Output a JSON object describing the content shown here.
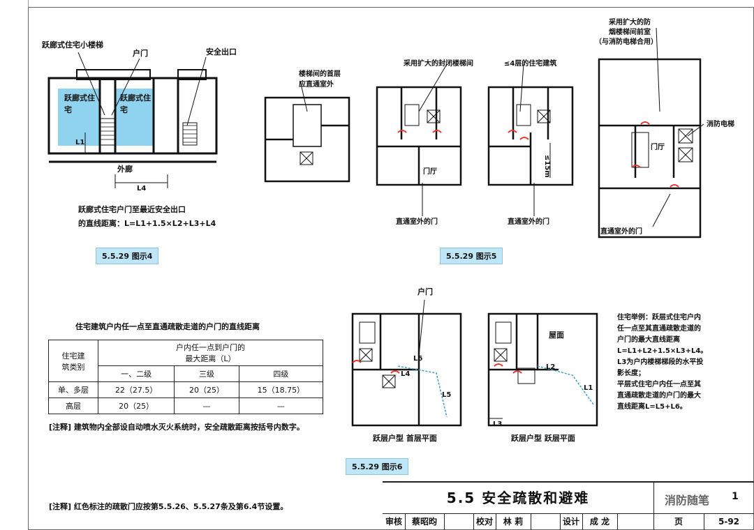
{
  "fig4": {
    "label_stair": "跃廊式住宅小楼梯",
    "label_door": "户门",
    "label_exit": "安全出口",
    "unit_left": "跃廊式住宅",
    "unit_right": "跃廊式住宅",
    "corridor": "外廊",
    "caption_line1": "跃廊式住宅户门至最近安全出口",
    "caption_line2": "的直线距离：L=L1+1.5×L2+L3+L4",
    "l1": "L1",
    "l4": "L4",
    "tag": "5.5.29 图示4"
  },
  "fig5": {
    "label_a": "楼梯间的首层",
    "label_b": "应直通室外",
    "label_enlarged": "采用扩大的封闭楼梯间",
    "label_le4": "≤4层的住宅建筑",
    "label_front1": "采用扩大的防",
    "label_front2": "烟楼梯间前室",
    "label_front3": "（与消防电梯合用）",
    "label_fire_elevator": "消防电梯",
    "lobby": "门厅",
    "le15": "≤15m",
    "door_out": "直通室外的门",
    "tag": "5.5.29 图示5"
  },
  "table": {
    "title": "住宅建筑户内任一点至直通疏散走道的户门的直线距离",
    "col_type_line1": "住宅建",
    "col_type_line2": "筑类别",
    "col_max_line1": "户内任一点到户门的",
    "col_max_line2": "最大距离（L）",
    "grades": [
      "一、二级",
      "三级",
      "四级"
    ],
    "rows": [
      {
        "type": "单、多层",
        "values": [
          "22（27.5）",
          "20（25）",
          "15（18.75）"
        ]
      },
      {
        "type": "高层",
        "values": [
          "20（25）",
          "—",
          "—"
        ]
      }
    ],
    "note": "[注释] 建筑物内全部设自动喷水灭火系统时，安全疏散距离按括号内数字。"
  },
  "fig6": {
    "label_door": "户门",
    "roof": "屋面",
    "caption_left": "跃层户型 首层平面",
    "caption_right": "跃层户型 跃层平面",
    "l1": "L1",
    "l2": "L2",
    "l3": "L3",
    "l4": "L4",
    "l5": "L5",
    "l6": "L6",
    "tag": "5.5.29 图示6",
    "example": [
      "住宅举例：跃层式住宅户内",
      "任一点至其直通疏散走道的",
      "户门的最大直线距离",
      "L=L1+L2+1.5×L3+L4。",
      "L3为户内楼梯梯段的水平投",
      "影长度；",
      "平层式住宅户内任一点至其",
      "直通疏散走道的户门的最大",
      "直线距离L=L5+L6。"
    ]
  },
  "bottom_note": "[注释] 红色标注的疏散门应按第5.5.26、5.5.27条及第6.4节设置。",
  "title_block": {
    "section": "5.5 安全疏散和避难",
    "drawing_no": "1",
    "watermark": "消防随笔",
    "review_label": "审核",
    "reviewer": "蔡昭昀",
    "check_label": "校对",
    "checker": "林 莉",
    "design_label": "设计",
    "designer": "成 龙",
    "page_label": "页",
    "page_no": "5-92"
  },
  "colors": {
    "unit_fill": "#8fd3ee",
    "door_red": "#e8352a",
    "path_blue": "#3aa0c8",
    "tag_fill": "#bfe6f6"
  }
}
